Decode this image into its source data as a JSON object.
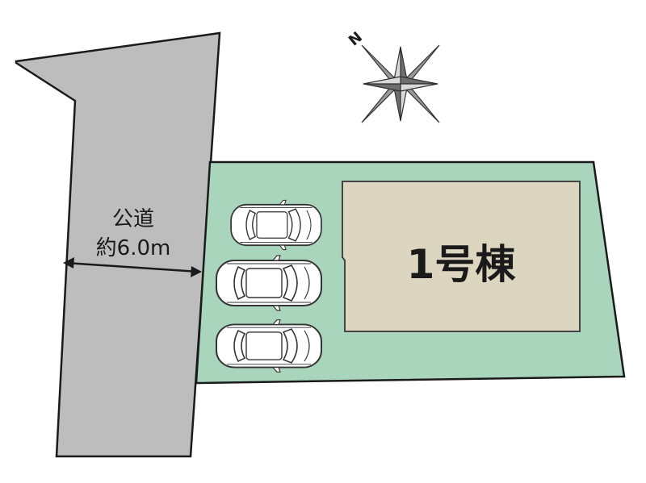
{
  "road": {
    "label": "公道",
    "width_label": "約6.0m",
    "fill_color": "#bdbdbd"
  },
  "lot": {
    "fill_color": "#a9d5bd"
  },
  "building": {
    "label": "1号棟",
    "fill_color": "#dcd6c0"
  },
  "compass": {
    "north_label": "N",
    "icon": "compass-rose-icon",
    "color": "#7d7d7d"
  },
  "parking": {
    "car_count": 3,
    "icon": "car-icon"
  }
}
